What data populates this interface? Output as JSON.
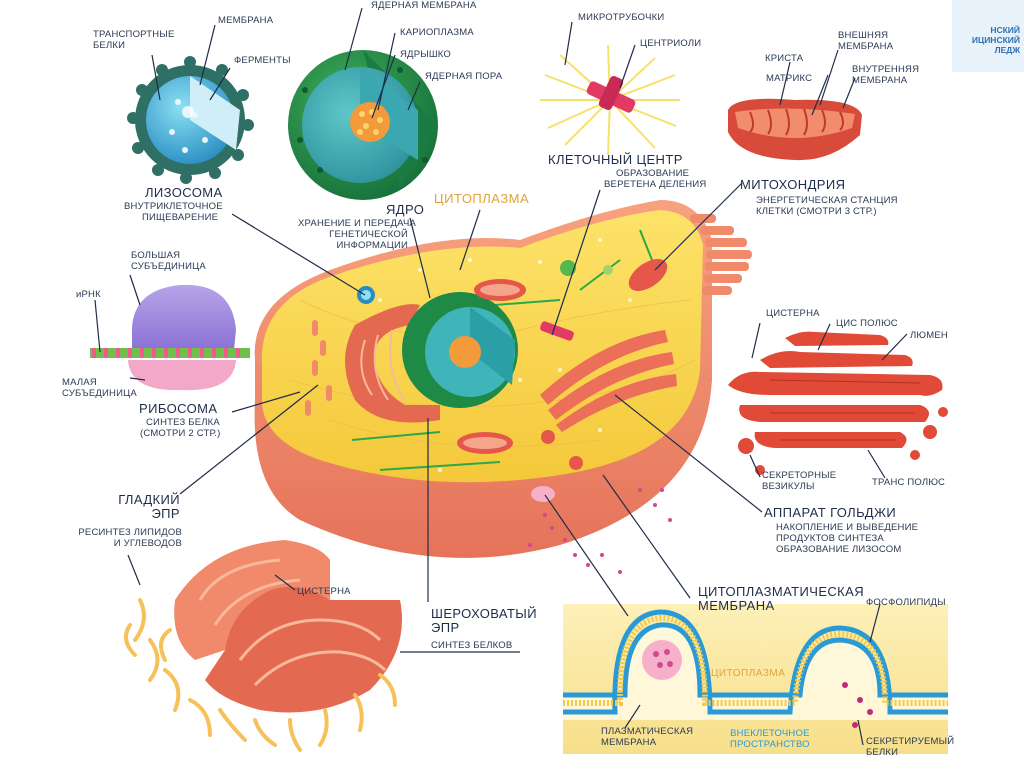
{
  "corner": {
    "line1": "НСКИЙ",
    "line2": "ИЦИНСКИЙ",
    "line3": "ЛЕДЖ"
  },
  "lysosome": {
    "title": "ЛИЗОСОМА",
    "desc1": "ВНУТРИКЛЕТОЧНОЕ",
    "desc2": "ПИЩЕВАРЕНИЕ",
    "transport1": "ТРАНСПОРТНЫЕ",
    "transport2": "БЕЛКИ",
    "membrane": "МЕМБРАНА",
    "enzymes": "ФЕРМЕНТЫ"
  },
  "nucleus": {
    "nuclear_membrane": "ЯДЕРНАЯ МЕМБРАНА",
    "karyoplasm": "КАРИОПЛАЗМА",
    "nucleolus": "ЯДРЫШКО",
    "pore": "ЯДЕРНАЯ ПОРА",
    "title": "ЯДРО",
    "desc1": "ХРАНЕНИЕ И ПЕРЕДАЧА",
    "desc2": "ГЕНЕТИЧЕСКОЙ",
    "desc3": "ИНФОРМАЦИИ"
  },
  "centrosome": {
    "microtubules": "МИКРОТРУБОЧКИ",
    "centrioles": "ЦЕНТРИОЛИ",
    "title": "КЛЕТОЧНЫЙ ЦЕНТР",
    "desc1": "ОБРАЗОВАНИЕ",
    "desc2": "ВЕРЕТЕНА ДЕЛЕНИЯ"
  },
  "mitochondrion": {
    "crista": "КРИСТА",
    "matrix": "МАТРИКС",
    "outer1": "ВНЕШНЯЯ",
    "outer2": "МЕМБРАНА",
    "inner1": "ВНУТРЕННЯЯ",
    "inner2": "МЕМБРАНА",
    "title": "МИТОХОНДРИЯ",
    "desc1": "ЭНЕРГЕТИЧЕСКАЯ СТАНЦИЯ",
    "desc2": "КЛЕТКИ (СМОТРИ 3 СТР.)"
  },
  "cytoplasm": {
    "title": "ЦИТОПЛАЗМА"
  },
  "ribosome": {
    "large1": "БОЛЬШАЯ",
    "large2": "СУБЪЕДИНИЦА",
    "mrna": "иРНК",
    "small1": "МАЛАЯ",
    "small2": "СУБЪЕДИНИЦА",
    "title": "РИБОСОМА",
    "desc1": "СИНТЕЗ БЕЛКА",
    "desc2": "(СМОТРИ 2 СТР.)"
  },
  "golgi": {
    "cistern": "ЦИСТЕРНА",
    "cis": "ЦИС ПОЛЮС",
    "lumen": "ЛЮМЕН",
    "vesicles1": "СЕКРЕТОРНЫЕ",
    "vesicles2": "ВЕЗИКУЛЫ",
    "trans": "ТРАНС ПОЛЮС",
    "title": "АППАРАТ ГОЛЬДЖИ",
    "desc1": "НАКОПЛЕНИЕ И ВЫВЕДЕНИЕ",
    "desc2": "ПРОДУКТОВ СИНТЕЗА",
    "desc3": "ОБРАЗОВАНИЕ ЛИЗОСОМ"
  },
  "smooth_er": {
    "title1": "ГЛАДКИЙ",
    "title2": "ЭПР",
    "desc1": "РЕСИНТЕЗ ЛИПИДОВ",
    "desc2": "И УГЛЕВОДОВ",
    "cistern": "ЦИСТЕРНА"
  },
  "rough_er": {
    "title1": "ШЕРОХОВАТЫЙ",
    "title2": "ЭПР",
    "desc": "СИНТЕЗ БЕЛКОВ"
  },
  "plasma_membrane": {
    "title1": "ЦИТОПЛАЗМАТИЧЕСКАЯ",
    "title2": "МЕМБРАНА",
    "phospholipids": "ФОСФОЛИПИДЫ",
    "cytoplasm": "ЦИТОПЛАЗМА",
    "plasma1": "ПЛАЗМАТИЧЕСКАЯ",
    "plasma2": "МЕМБРАНА",
    "extracellular1": "ВНЕКЛЕТОЧНОЕ",
    "extracellular2": "ПРОСТРАНСТВО",
    "secreted1": "СЕКРЕТИРУЕМЫЙ",
    "secreted2": "БЕЛКИ"
  }
}
